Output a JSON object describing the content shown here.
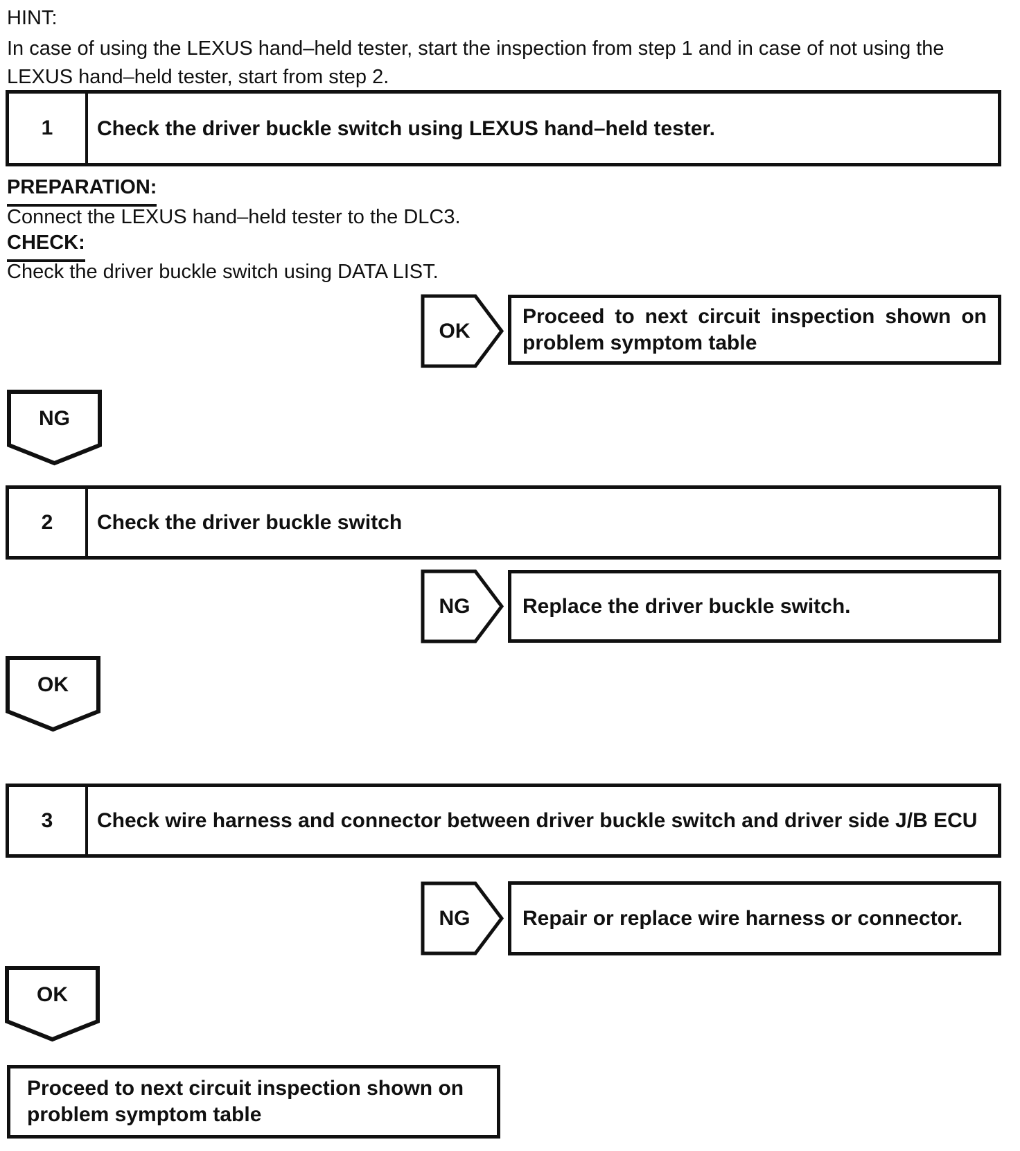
{
  "hint": {
    "label": "HINT:",
    "text": "In case of using the LEXUS hand–held tester, start the inspection from step 1 and in case of not using the LEXUS hand–held tester, start from step 2."
  },
  "step1": {
    "number": "1",
    "title": "Check the driver buckle switch using LEXUS hand–held tester.",
    "preparation_label": "PREPARATION:",
    "preparation_text": "Connect the LEXUS hand–held tester to the DLC3.",
    "check_label": "CHECK:",
    "check_text": "Check the driver buckle switch using DATA LIST."
  },
  "branch1": {
    "arrow_label": "OK",
    "result_line1": "Proceed to next circuit inspection shown on",
    "result_line2": "problem symptom table"
  },
  "connector1": {
    "label": "NG"
  },
  "step2": {
    "number": "2",
    "title": "Check the driver buckle switch"
  },
  "branch2": {
    "arrow_label": "NG",
    "result": "Replace the driver buckle switch."
  },
  "connector2": {
    "label": "OK"
  },
  "step3": {
    "number": "3",
    "title": "Check wire harness and connector between driver buckle switch and driver side J/B ECU"
  },
  "branch3": {
    "arrow_label": "NG",
    "result": "Repair or replace wire harness or connector."
  },
  "connector3": {
    "label": "OK"
  },
  "final": {
    "line1": "Proceed to next circuit inspection shown on",
    "line2": "problem symptom table"
  },
  "colors": {
    "ink": "#101010",
    "paper": "#ffffff"
  }
}
